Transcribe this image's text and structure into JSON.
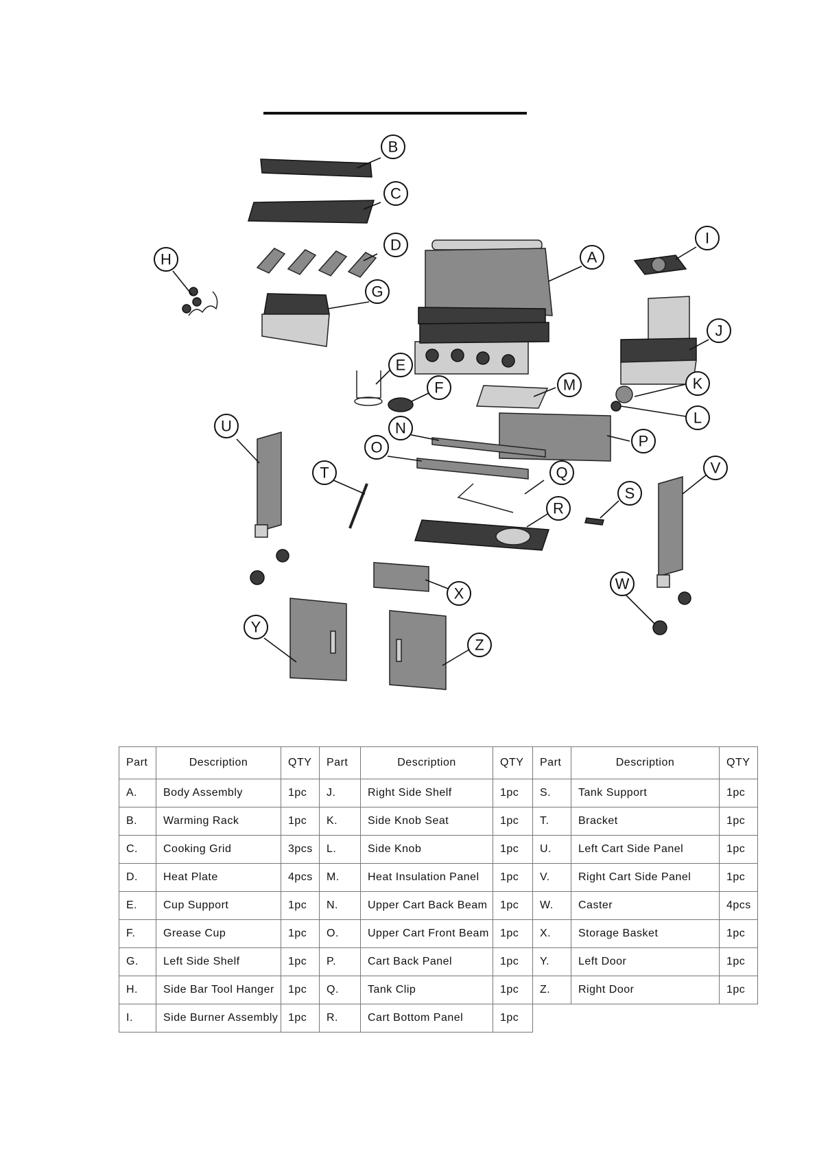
{
  "callouts": [
    "A",
    "B",
    "C",
    "D",
    "E",
    "F",
    "G",
    "H",
    "I",
    "J",
    "K",
    "L",
    "M",
    "N",
    "O",
    "P",
    "Q",
    "R",
    "S",
    "T",
    "U",
    "V",
    "W",
    "X",
    "Y",
    "Z"
  ],
  "table": {
    "headers": [
      "Part",
      "Description",
      "QTY",
      "Part",
      "Description",
      "QTY",
      "Part",
      "Description",
      "QTY"
    ],
    "rows": [
      [
        [
          "A.",
          "Body Assembly",
          "1pc"
        ],
        [
          "J.",
          "Right Side Shelf",
          "1pc"
        ],
        [
          "S.",
          "Tank Support",
          "1pc"
        ]
      ],
      [
        [
          "B.",
          "Warming Rack",
          "1pc"
        ],
        [
          "K.",
          "Side Knob Seat",
          "1pc"
        ],
        [
          "T.",
          "Bracket",
          "1pc"
        ]
      ],
      [
        [
          "C.",
          "Cooking Grid",
          "3pcs"
        ],
        [
          "L.",
          "Side Knob",
          "1pc"
        ],
        [
          "U.",
          "Left Cart Side Panel",
          "1pc"
        ]
      ],
      [
        [
          "D.",
          "Heat Plate",
          "4pcs"
        ],
        [
          "M.",
          "Heat Insulation Panel",
          "1pc"
        ],
        [
          "V.",
          "Right Cart Side Panel",
          "1pc"
        ]
      ],
      [
        [
          "E.",
          "Cup Support",
          "1pc"
        ],
        [
          "N.",
          "Upper Cart Back Beam",
          "1pc"
        ],
        [
          "W.",
          "Caster",
          "4pcs"
        ]
      ],
      [
        [
          "F.",
          "Grease Cup",
          "1pc"
        ],
        [
          "O.",
          "Upper Cart Front Beam",
          "1pc"
        ],
        [
          "X.",
          "Storage Basket",
          "1pc"
        ]
      ],
      [
        [
          "G.",
          "Left Side Shelf",
          "1pc"
        ],
        [
          "P.",
          "Cart Back Panel",
          "1pc"
        ],
        [
          "Y.",
          "Left Door",
          "1pc"
        ]
      ],
      [
        [
          "H.",
          "Side Bar Tool Hanger",
          "1pc"
        ],
        [
          "Q.",
          "Tank Clip",
          "1pc"
        ],
        [
          "Z.",
          "Right Door",
          "1pc"
        ]
      ],
      [
        [
          "I.",
          "Side Burner Assembly",
          "1pc"
        ],
        [
          "R.",
          "Cart Bottom Panel",
          "1pc"
        ],
        null
      ]
    ]
  }
}
